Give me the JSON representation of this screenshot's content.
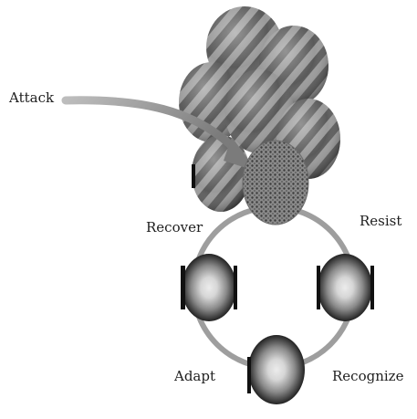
{
  "labels": {
    "attack": "Attack",
    "recover": "Recover",
    "resist": "Resist",
    "adapt": "Adapt",
    "recognize": "Recognize"
  },
  "colors": {
    "sphere_light": "#a4a4a4",
    "sphere_dark": "#4e4e4e",
    "cycle_ring": "#9e9e9e",
    "node_center": "#ececec",
    "node_edge": "#222222",
    "breach_patch": "#5a5a5a",
    "attack_arrow": "#8d8d8d"
  },
  "icons": {
    "cluster": "cell-cluster-icon",
    "breach": "breach-patch-icon",
    "node": "radial-node-icon"
  }
}
